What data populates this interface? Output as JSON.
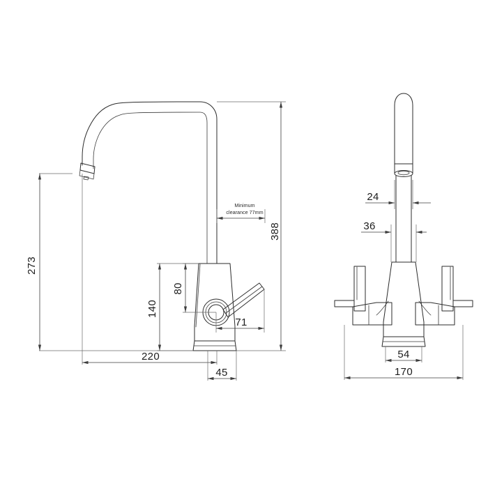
{
  "document": {
    "type": "technical-drawing",
    "subject": "Kitchen mixer tap dimensional drawing",
    "background_color": "#ffffff",
    "line_color": "#2b2b2b",
    "dimension_color": "#3d3d3d",
    "units": "mm"
  },
  "views": {
    "side": {
      "name": "Side elevation",
      "label": "side-view"
    },
    "front": {
      "name": "Front elevation",
      "label": "front-view"
    }
  },
  "annotations": {
    "clearance_note_line1": "Minimum",
    "clearance_note_line2": "clearance 77mm"
  },
  "dimensions": {
    "side": [
      {
        "id": "height-total",
        "value": "388",
        "orientation": "vertical",
        "position": "right"
      },
      {
        "id": "spout-height",
        "value": "273",
        "orientation": "vertical",
        "position": "left"
      },
      {
        "id": "body-height",
        "value": "140",
        "orientation": "vertical",
        "position": "inner-left"
      },
      {
        "id": "handle-hub-height",
        "value": "80",
        "orientation": "vertical",
        "position": "inner"
      },
      {
        "id": "lever-reach",
        "value": "71",
        "orientation": "horizontal",
        "position": "lower-right"
      },
      {
        "id": "spout-reach",
        "value": "220",
        "orientation": "horizontal",
        "position": "bottom"
      },
      {
        "id": "base-depth",
        "value": "45",
        "orientation": "horizontal",
        "position": "bottom-inner"
      }
    ],
    "front": [
      {
        "id": "spout-outer-dia",
        "value": "24",
        "orientation": "horizontal",
        "position": "upper"
      },
      {
        "id": "spout-shank-dia",
        "value": "36",
        "orientation": "horizontal",
        "position": "mid"
      },
      {
        "id": "base-width",
        "value": "54",
        "orientation": "horizontal",
        "position": "bottom-inner"
      },
      {
        "id": "overall-width",
        "value": "170",
        "orientation": "horizontal",
        "position": "bottom"
      }
    ]
  },
  "values": {
    "d388": "388",
    "d273": "273",
    "d140": "140",
    "d80": "80",
    "d71": "71",
    "d220": "220",
    "d45": "45",
    "d24": "24",
    "d36": "36",
    "d54": "54",
    "d170": "170"
  }
}
